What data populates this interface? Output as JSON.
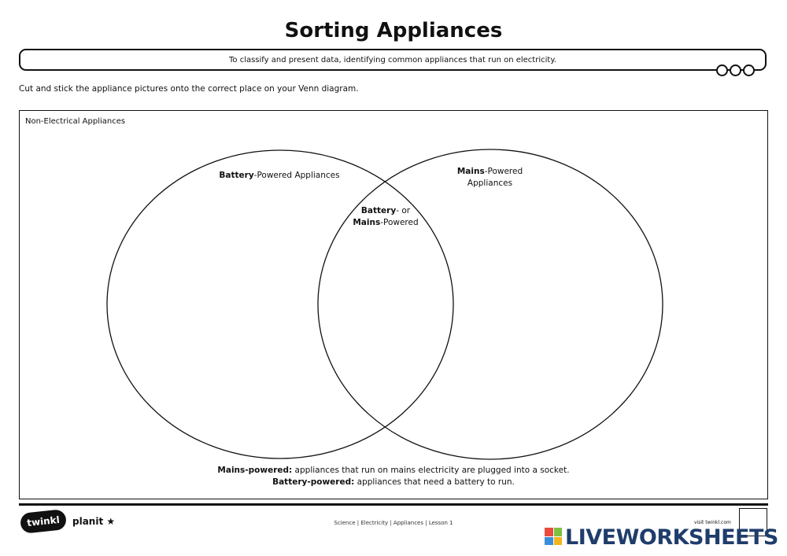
{
  "title": "Sorting Appliances",
  "objective": "To classify and present data, identifying common appliances that run on electricity.",
  "instruction": "Cut and stick the appliance pictures onto the correct place on your Venn diagram.",
  "venn": {
    "outside_label": "Non-Electrical Appliances",
    "left": {
      "bold": "Battery",
      "rest": "-Powered Appliances"
    },
    "right": {
      "bold": "Mains",
      "rest": "-Powered",
      "line2": "Appliances"
    },
    "overlap": {
      "bold1": "Battery",
      "rest1": "- or",
      "bold2": "Mains",
      "rest2": "-Powered"
    }
  },
  "definitions": [
    {
      "term": "Mains-powered:",
      "text": " appliances that run on mains electricity are plugged into a socket."
    },
    {
      "term": "Battery-powered:",
      "text": " appliances that need a battery to run."
    }
  ],
  "footer": {
    "logo": "twinkl",
    "planit": "planit",
    "breadcrumb": "Science | Electricity | Appliances | Lesson 1",
    "visit": "visit twinkl.com",
    "watermark": "LIVEWORKSHEETS"
  }
}
